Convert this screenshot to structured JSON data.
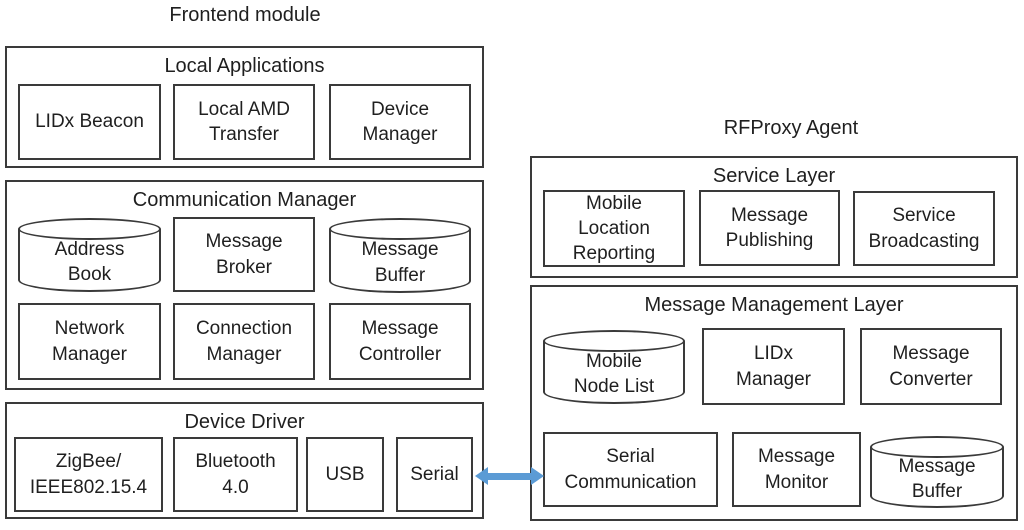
{
  "colors": {
    "border": "#3a3a3a",
    "text": "#1f1f1f",
    "arrow": "#5b9bd5",
    "background": "#ffffff"
  },
  "frontend": {
    "title": "Frontend module",
    "local_applications": {
      "title": "Local Applications",
      "nodes": [
        {
          "shape": "box",
          "lines": [
            "LIDx Beacon"
          ]
        },
        {
          "shape": "box",
          "lines": [
            "Local AMD",
            "Transfer"
          ]
        },
        {
          "shape": "box",
          "lines": [
            "Device",
            "Manager"
          ]
        }
      ]
    },
    "communication_manager": {
      "title": "Communication Manager",
      "nodes": [
        {
          "shape": "cylinder",
          "lines": [
            "Address",
            "Book"
          ]
        },
        {
          "shape": "box",
          "lines": [
            "Message",
            "Broker"
          ]
        },
        {
          "shape": "cylinder",
          "lines": [
            "Message",
            "Buffer"
          ]
        },
        {
          "shape": "box",
          "lines": [
            "Network",
            "Manager"
          ]
        },
        {
          "shape": "box",
          "lines": [
            "Connection",
            "Manager"
          ]
        },
        {
          "shape": "box",
          "lines": [
            "Message",
            "Controller"
          ]
        }
      ]
    },
    "device_driver": {
      "title": "Device Driver",
      "nodes": [
        {
          "shape": "box",
          "lines": [
            "ZigBee/",
            "IEEE802.15.4"
          ]
        },
        {
          "shape": "box",
          "lines": [
            "Bluetooth",
            "4.0"
          ]
        },
        {
          "shape": "box",
          "lines": [
            "USB"
          ]
        },
        {
          "shape": "box",
          "lines": [
            "Serial"
          ]
        }
      ]
    }
  },
  "rfproxy": {
    "title": "RFProxy Agent",
    "service_layer": {
      "title": "Service Layer",
      "nodes": [
        {
          "shape": "box",
          "lines": [
            "Mobile",
            "Location",
            "Reporting"
          ]
        },
        {
          "shape": "box",
          "lines": [
            "Message",
            "Publishing"
          ]
        },
        {
          "shape": "box",
          "lines": [
            "Service",
            "Broadcasting"
          ]
        }
      ]
    },
    "message_management_layer": {
      "title": "Message Management Layer",
      "nodes": [
        {
          "shape": "cylinder",
          "lines": [
            "Mobile",
            "Node List"
          ]
        },
        {
          "shape": "box",
          "lines": [
            "LIDx",
            "Manager"
          ]
        },
        {
          "shape": "box",
          "lines": [
            "Message",
            "Converter"
          ]
        },
        {
          "shape": "box",
          "lines": [
            "Serial",
            "Communication"
          ]
        },
        {
          "shape": "box",
          "lines": [
            "Message",
            "Monitor"
          ]
        },
        {
          "shape": "cylinder",
          "lines": [
            "Message",
            "Buffer"
          ]
        }
      ]
    }
  },
  "connector": {
    "type": "double-headed-arrow",
    "color": "#5b9bd5",
    "from": "Serial",
    "to": "Serial Communication"
  }
}
